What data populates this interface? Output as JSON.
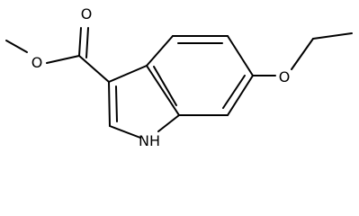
{
  "molecule": {
    "atoms": {
      "methyl_ester_oxygen": "O",
      "carbonyl_oxygen": "O",
      "ethoxy_oxygen": "O",
      "ring_nitrogen": "NH"
    }
  },
  "colors": {
    "bond": "#000000",
    "label": "#000000",
    "background": "#ffffff"
  }
}
